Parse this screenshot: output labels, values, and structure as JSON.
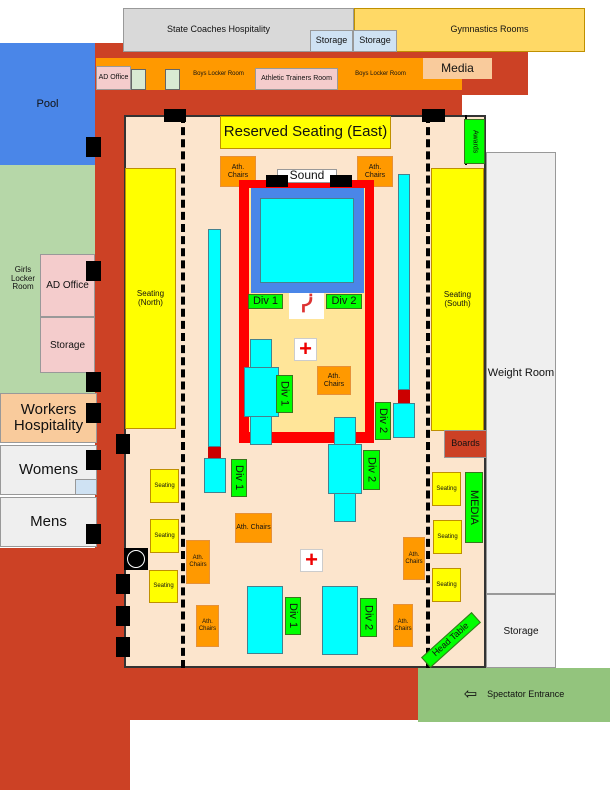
{
  "rooms": {
    "pool": "Pool",
    "girls_locker": "Girls Locker Room",
    "ad_office_left": "AD Office",
    "storage_left": "Storage",
    "workers_hospitality": "Workers Hospitality",
    "womens": "Womens",
    "mens": "Mens",
    "state_coaches": "State Coaches Hospitality",
    "gymnastics": "Gymnastics Rooms",
    "storage_top1": "Storage",
    "storage_top2": "Storage",
    "ad_office_top": "AD Office",
    "boys_locker1": "Boys Locker Room",
    "athletic_trainers": "Athletic Trainers Room",
    "boys_locker2": "Boys Locker Room",
    "media_top": "Media",
    "weight_room": "Weight Room",
    "storage_right": "Storage",
    "spectator_entrance": "Spectator Entrance"
  },
  "floor": {
    "reserved_seating": "Reserved Seating (East)",
    "sound": "Sound",
    "seating_north": "Seating (North)",
    "seating_south": "Seating (South)",
    "awards": "Awards",
    "boards": "Boards",
    "media": "MEDIA",
    "head_table": "Head Table",
    "ath_chairs": "Ath. Chairs",
    "seating": "Seating",
    "div1": "Div 1",
    "div2": "Div 2",
    "first_aid": "+"
  },
  "colors": {
    "wall": "#cc4125",
    "floor": "#fce5cd",
    "mat": "#00ffff"
  }
}
